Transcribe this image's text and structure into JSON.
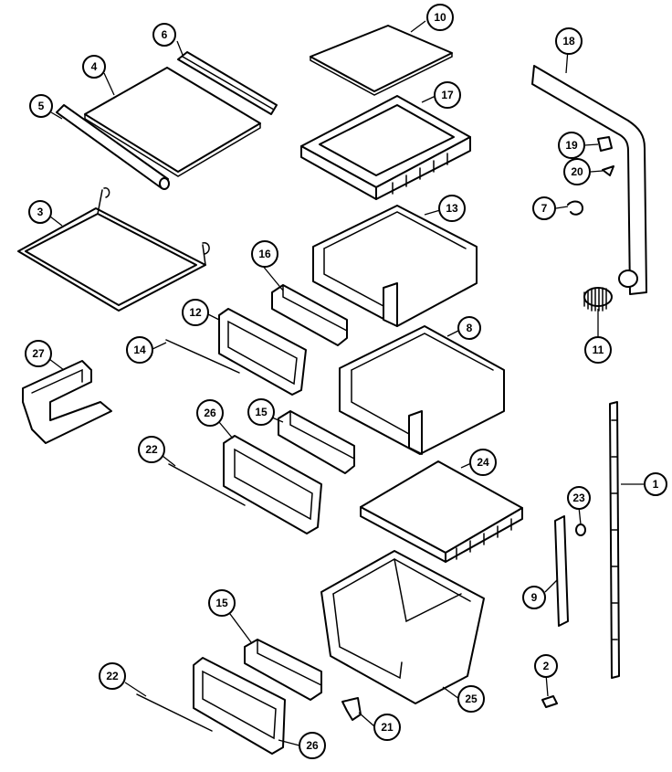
{
  "callouts": {
    "c1": "1",
    "c2": "2",
    "c3": "3",
    "c4": "4",
    "c5": "5",
    "c6": "6",
    "c7": "7",
    "c8": "8",
    "c9": "9",
    "c10": "10",
    "c11": "11",
    "c12": "12",
    "c13": "13",
    "c14": "14",
    "c15a": "15",
    "c15b": "15",
    "c16": "16",
    "c17": "17",
    "c18": "18",
    "c19": "19",
    "c20": "20",
    "c21": "21",
    "c22a": "22",
    "c22b": "22",
    "c23": "23",
    "c24": "24",
    "c25": "25",
    "c26a": "26",
    "c26b": "26",
    "c27": "27"
  }
}
